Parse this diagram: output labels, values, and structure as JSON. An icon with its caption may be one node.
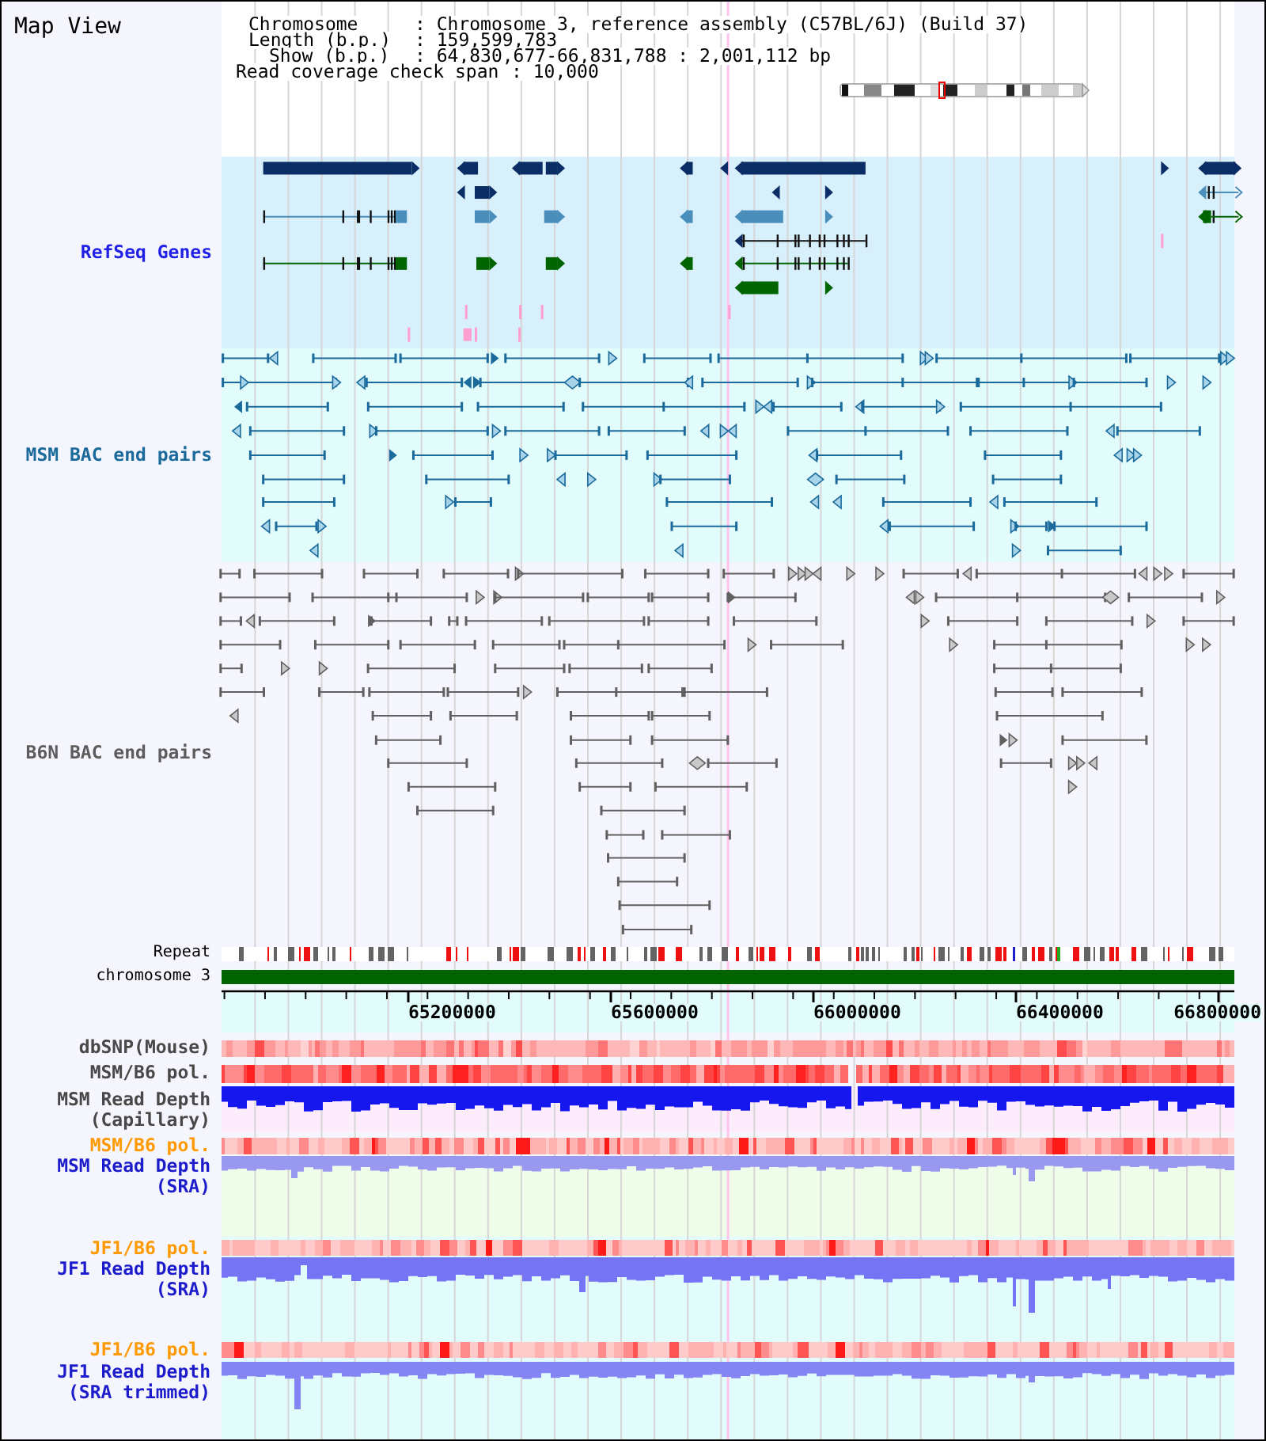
{
  "diagram": {
    "title": "Map View",
    "labels": [
      "Chromosome",
      ": Chromosome 3, reference assembly (C57BL/6J) (Build 37)",
      "Length (b.p.)",
      ": 159,599,783",
      "Show (b.p.)",
      ": 64,830,677-66,831,788 : 2,001,112 bp",
      "Read coverage check span",
      ": 10,000",
      "RefSeq Genes",
      "MSM BAC end pairs",
      "B6N BAC end pairs",
      "Repeat",
      "chromosome 3",
      "65200000",
      "65600000",
      "66000000",
      "66400000",
      "66800000",
      "dbSNP(Mouse)",
      "MSM/B6 pol.",
      "MSM Read Depth (Capillary)",
      "MSM/B6 pol.",
      "MSM Read Depth (SRA)",
      "JF1/B6 pol.",
      "JF1 Read Depth (SRA)",
      "JF1/B6 pol.",
      "JF1 Read Depth (SRA trimmed)"
    ]
  }
}
